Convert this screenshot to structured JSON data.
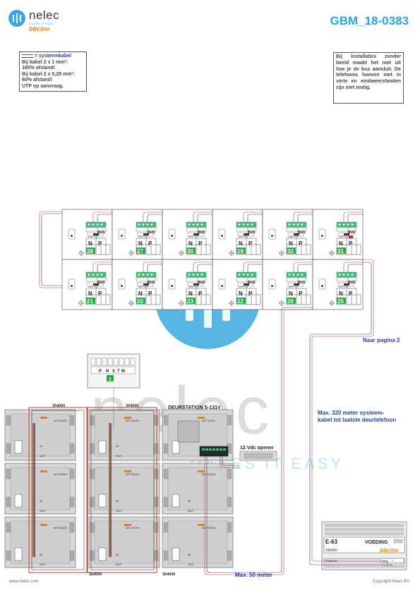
{
  "header": {
    "logo_name": "nelec",
    "logo_tagline": "MAKES IT EASY",
    "logo_brand": "bticino",
    "doc_number": "GBM_18-0383"
  },
  "note_left": {
    "legend_label": "= systeemkabel",
    "lines": [
      "Bij kabel 2 x 1 mm²:",
      "180% afstand!",
      "Bij kabel 2 x 0,28 mm²:",
      "60% afstand!",
      "UTP op aanvraag."
    ]
  },
  "note_right": {
    "text_before": "Bij installaties zonder beeld maakt het niet uit ",
    "text_italic": "hoe",
    "text_after": " je de bus aansluit. De telefoons hoeven niet in serie en eindweerstanden zijn niet nodig."
  },
  "phones": {
    "top_row": [
      "28",
      "27",
      "30",
      "29",
      "32",
      "31"
    ],
    "bottom_row": [
      "21",
      "20",
      "23",
      "22",
      "26",
      "25"
    ],
    "terminal_labels": [
      "N",
      "P"
    ],
    "bus_label": "BUS",
    "switch_label": "OFF ON"
  },
  "labels": {
    "naar_pagina": "Naar pagina 2",
    "max_320_line1": "Max. 320 meter systeem-",
    "max_320_line2": "kabel tot laatste deurtelefoon",
    "deurstation": "DEURSTATION S-131V",
    "opener": "12 Vdc opener",
    "max_50": "Max. 50 meter",
    "frame_code": "354000",
    "module_code": "ART.352000",
    "module_code_main": "ART.351101",
    "dip_labels": [
      "P",
      "N",
      "S",
      "T",
      "M"
    ],
    "dip_value": "1",
    "in_label": "IN",
    "out_label": "OUT"
  },
  "power_supply": {
    "model": "E-63",
    "name": "VOEDING",
    "code": "346000",
    "brand": "bticino",
    "primair": "PRIMAIR",
    "bus_label": "BUS",
    "plus_minus": "+ -"
  },
  "watermark": {
    "big": "nelec",
    "sub": "MAKES IT EASY"
  },
  "footer": {
    "left": "www.nelec.com",
    "right": "Copyright Nelec BV"
  },
  "colors": {
    "accent_blue": "#29a3e0",
    "cable_red": "#c0392b",
    "cable_blue": "#2a3d8f",
    "terminal_green": "#3cc47c",
    "address_green": "#27a844",
    "bticino_orange": "#f07d00"
  }
}
